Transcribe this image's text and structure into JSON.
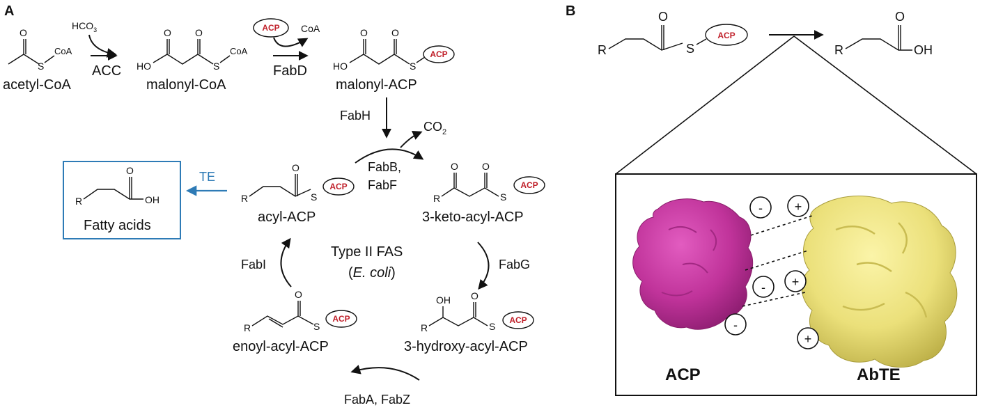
{
  "panel_labels": {
    "a": "A",
    "b": "B"
  },
  "colors": {
    "acp": "#c0202a",
    "te": "#2e7bb6",
    "acp_protein": "#c0339a",
    "abte_protein": "#ebe07a"
  },
  "panel_a": {
    "atoms": {
      "O": "O",
      "S": "S",
      "HO": "HO",
      "OH": "OH",
      "R": "R",
      "CoA": "CoA",
      "ACP": "ACP"
    },
    "compounds": {
      "acetyl_coa": "acetyl-CoA",
      "malonyl_coa": "malonyl-CoA",
      "malonyl_acp": "malonyl-ACP",
      "acyl_acp": "acyl-ACP",
      "keto_acyl_acp": "3-keto-acyl-ACP",
      "hydroxy_acyl_acp": "3-hydroxy-acyl-ACP",
      "enoyl_acyl_acp": "enoyl-acyl-ACP",
      "fatty_acids": "Fatty acids"
    },
    "reagents": {
      "hco3": "HCO",
      "hco3_sub": "3",
      "co2": "CO",
      "co2_sub": "2",
      "coa": "CoA"
    },
    "enzymes": {
      "acc": "ACC",
      "fabd": "FabD",
      "fabh": "FabH",
      "fabbf_1": "FabB,",
      "fabbf_2": "FabF",
      "fabg": "FabG",
      "fabaz": "FabA, FabZ",
      "fabi": "FabI",
      "te": "TE"
    },
    "cycle": {
      "title": "Type II FAS",
      "organism_open": "(",
      "organism": "E. coli",
      "organism_close": ")"
    }
  },
  "panel_b": {
    "atoms": {
      "O": "O",
      "S": "S",
      "R": "R",
      "OH": "OH",
      "ACP": "ACP"
    },
    "charges": {
      "minus": "-",
      "plus": "+"
    },
    "protein_labels": {
      "acp": "ACP",
      "abte": "AbTE"
    }
  }
}
